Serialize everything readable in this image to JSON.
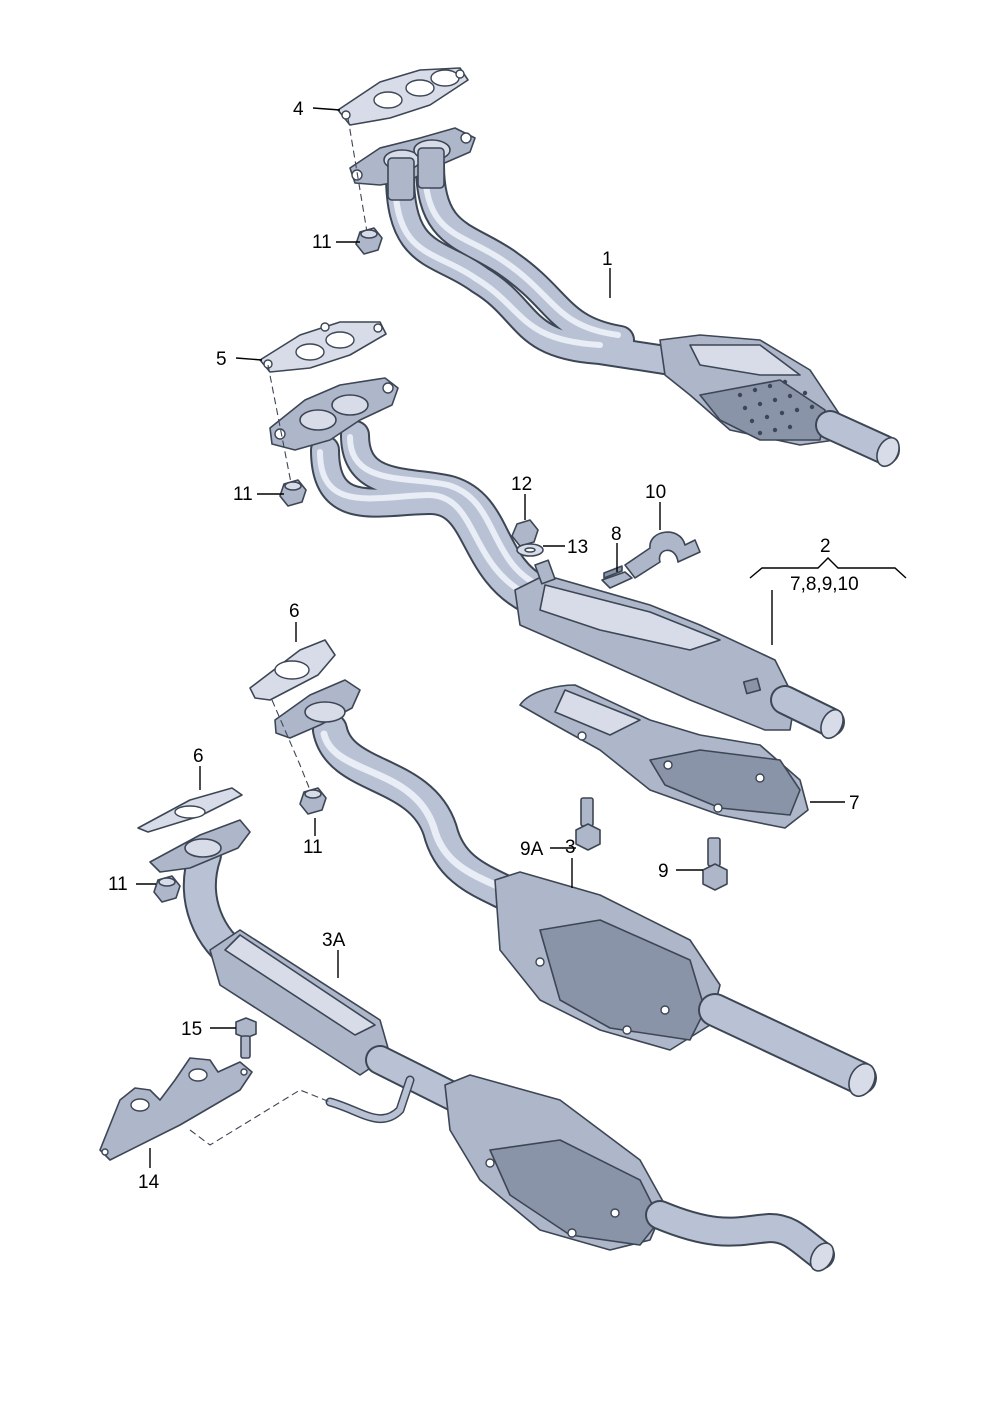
{
  "labels": {
    "l1": "1",
    "l2": "2",
    "l2sub": "7,8,9,10",
    "l3": "3",
    "l3a": "3A",
    "l4": "4",
    "l5": "5",
    "l6a": "6",
    "l6b": "6",
    "l7": "7",
    "l8": "8",
    "l9": "9",
    "l9a": "9A",
    "l10": "10",
    "l11a": "11",
    "l11b": "11",
    "l11c": "11",
    "l11d": "11",
    "l12": "12",
    "l13": "13",
    "l14": "14",
    "l15": "15"
  },
  "colors": {
    "part_fill": "#aeb7ca",
    "part_light": "#d7dce8",
    "outline": "#3d4654"
  }
}
